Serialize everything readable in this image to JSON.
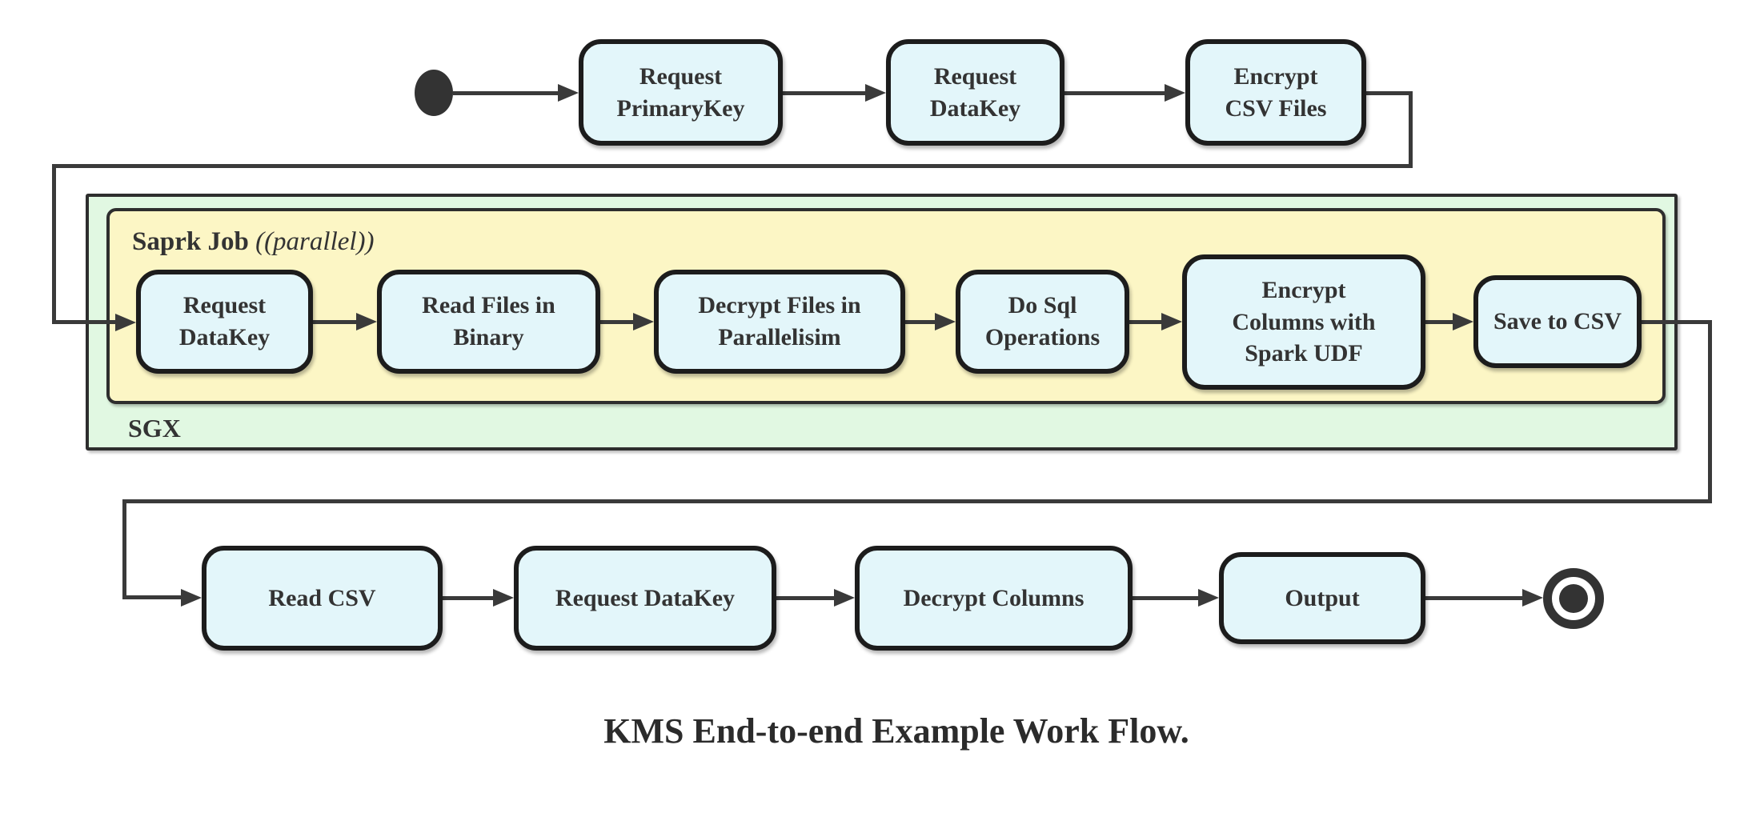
{
  "diagram": {
    "caption": "KMS End-to-end Example Work Flow.",
    "sgx_container_label": "SGX",
    "spark_container_label": "Saprk Job",
    "spark_container_label_suffix": "(parallel)",
    "top_row": [
      {
        "label": "Request\nPrimaryKey"
      },
      {
        "label": "Request\nDataKey"
      },
      {
        "label": "Encrypt\nCSV Files"
      }
    ],
    "sgx_row": [
      {
        "label": "Request\nDataKey"
      },
      {
        "label": "Read Files in\nBinary"
      },
      {
        "label": "Decrypt Files in\nParallelisim"
      },
      {
        "label": "Do Sql\nOperations"
      },
      {
        "label": "Encrypt\nColumns with\nSpark UDF"
      },
      {
        "label": "Save to CSV"
      }
    ],
    "bottom_row": [
      {
        "label": "Read CSV"
      },
      {
        "label": "Request DataKey"
      },
      {
        "label": "Decrypt Columns"
      },
      {
        "label": "Output"
      }
    ],
    "colors": {
      "node_fill": "#e3f6fa",
      "node_border": "#1c1c1c",
      "sgx_fill": "#e1f8e2",
      "spark_fill": "#fcf6c5",
      "connector": "#3a3a3a",
      "text": "#333333"
    }
  }
}
